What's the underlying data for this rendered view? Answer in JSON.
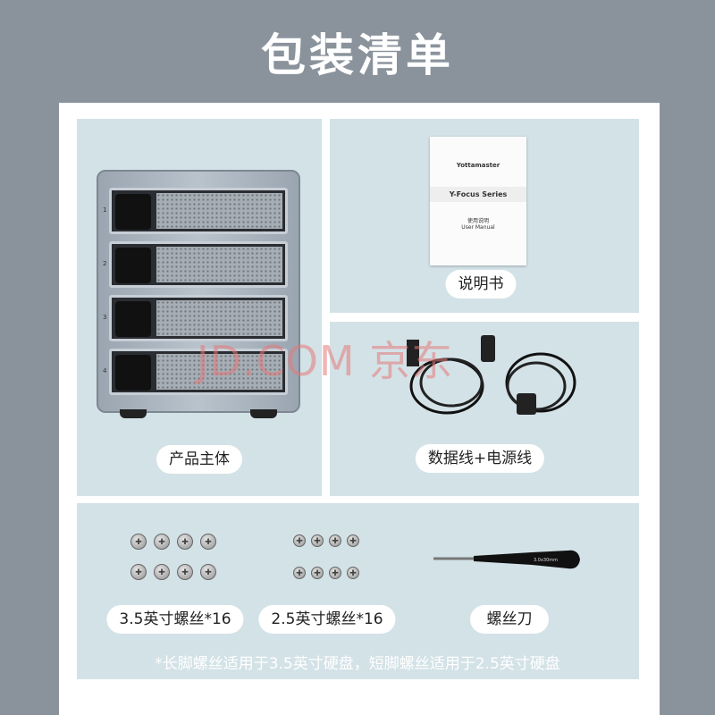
{
  "title": "包装清单",
  "items": {
    "main_unit": "产品主体",
    "manual": "说明书",
    "cables": "数据线+电源线",
    "screws_35": "3.5英寸螺丝*16",
    "screws_25": "2.5英寸螺丝*16",
    "screwdriver": "螺丝刀"
  },
  "manual_cover": {
    "brand": "Yottamaster",
    "series": "Y-Focus Series",
    "zh_title": "使用说明",
    "en_title": "User Manual"
  },
  "bay_numbers": [
    "1",
    "2",
    "3",
    "4"
  ],
  "screwdriver_label": "3.0x30mm",
  "note": "*长脚螺丝适用于3.5英寸硬盘，短脚螺丝适用于2.5英寸硬盘",
  "watermark": "JD.COM 京东"
}
